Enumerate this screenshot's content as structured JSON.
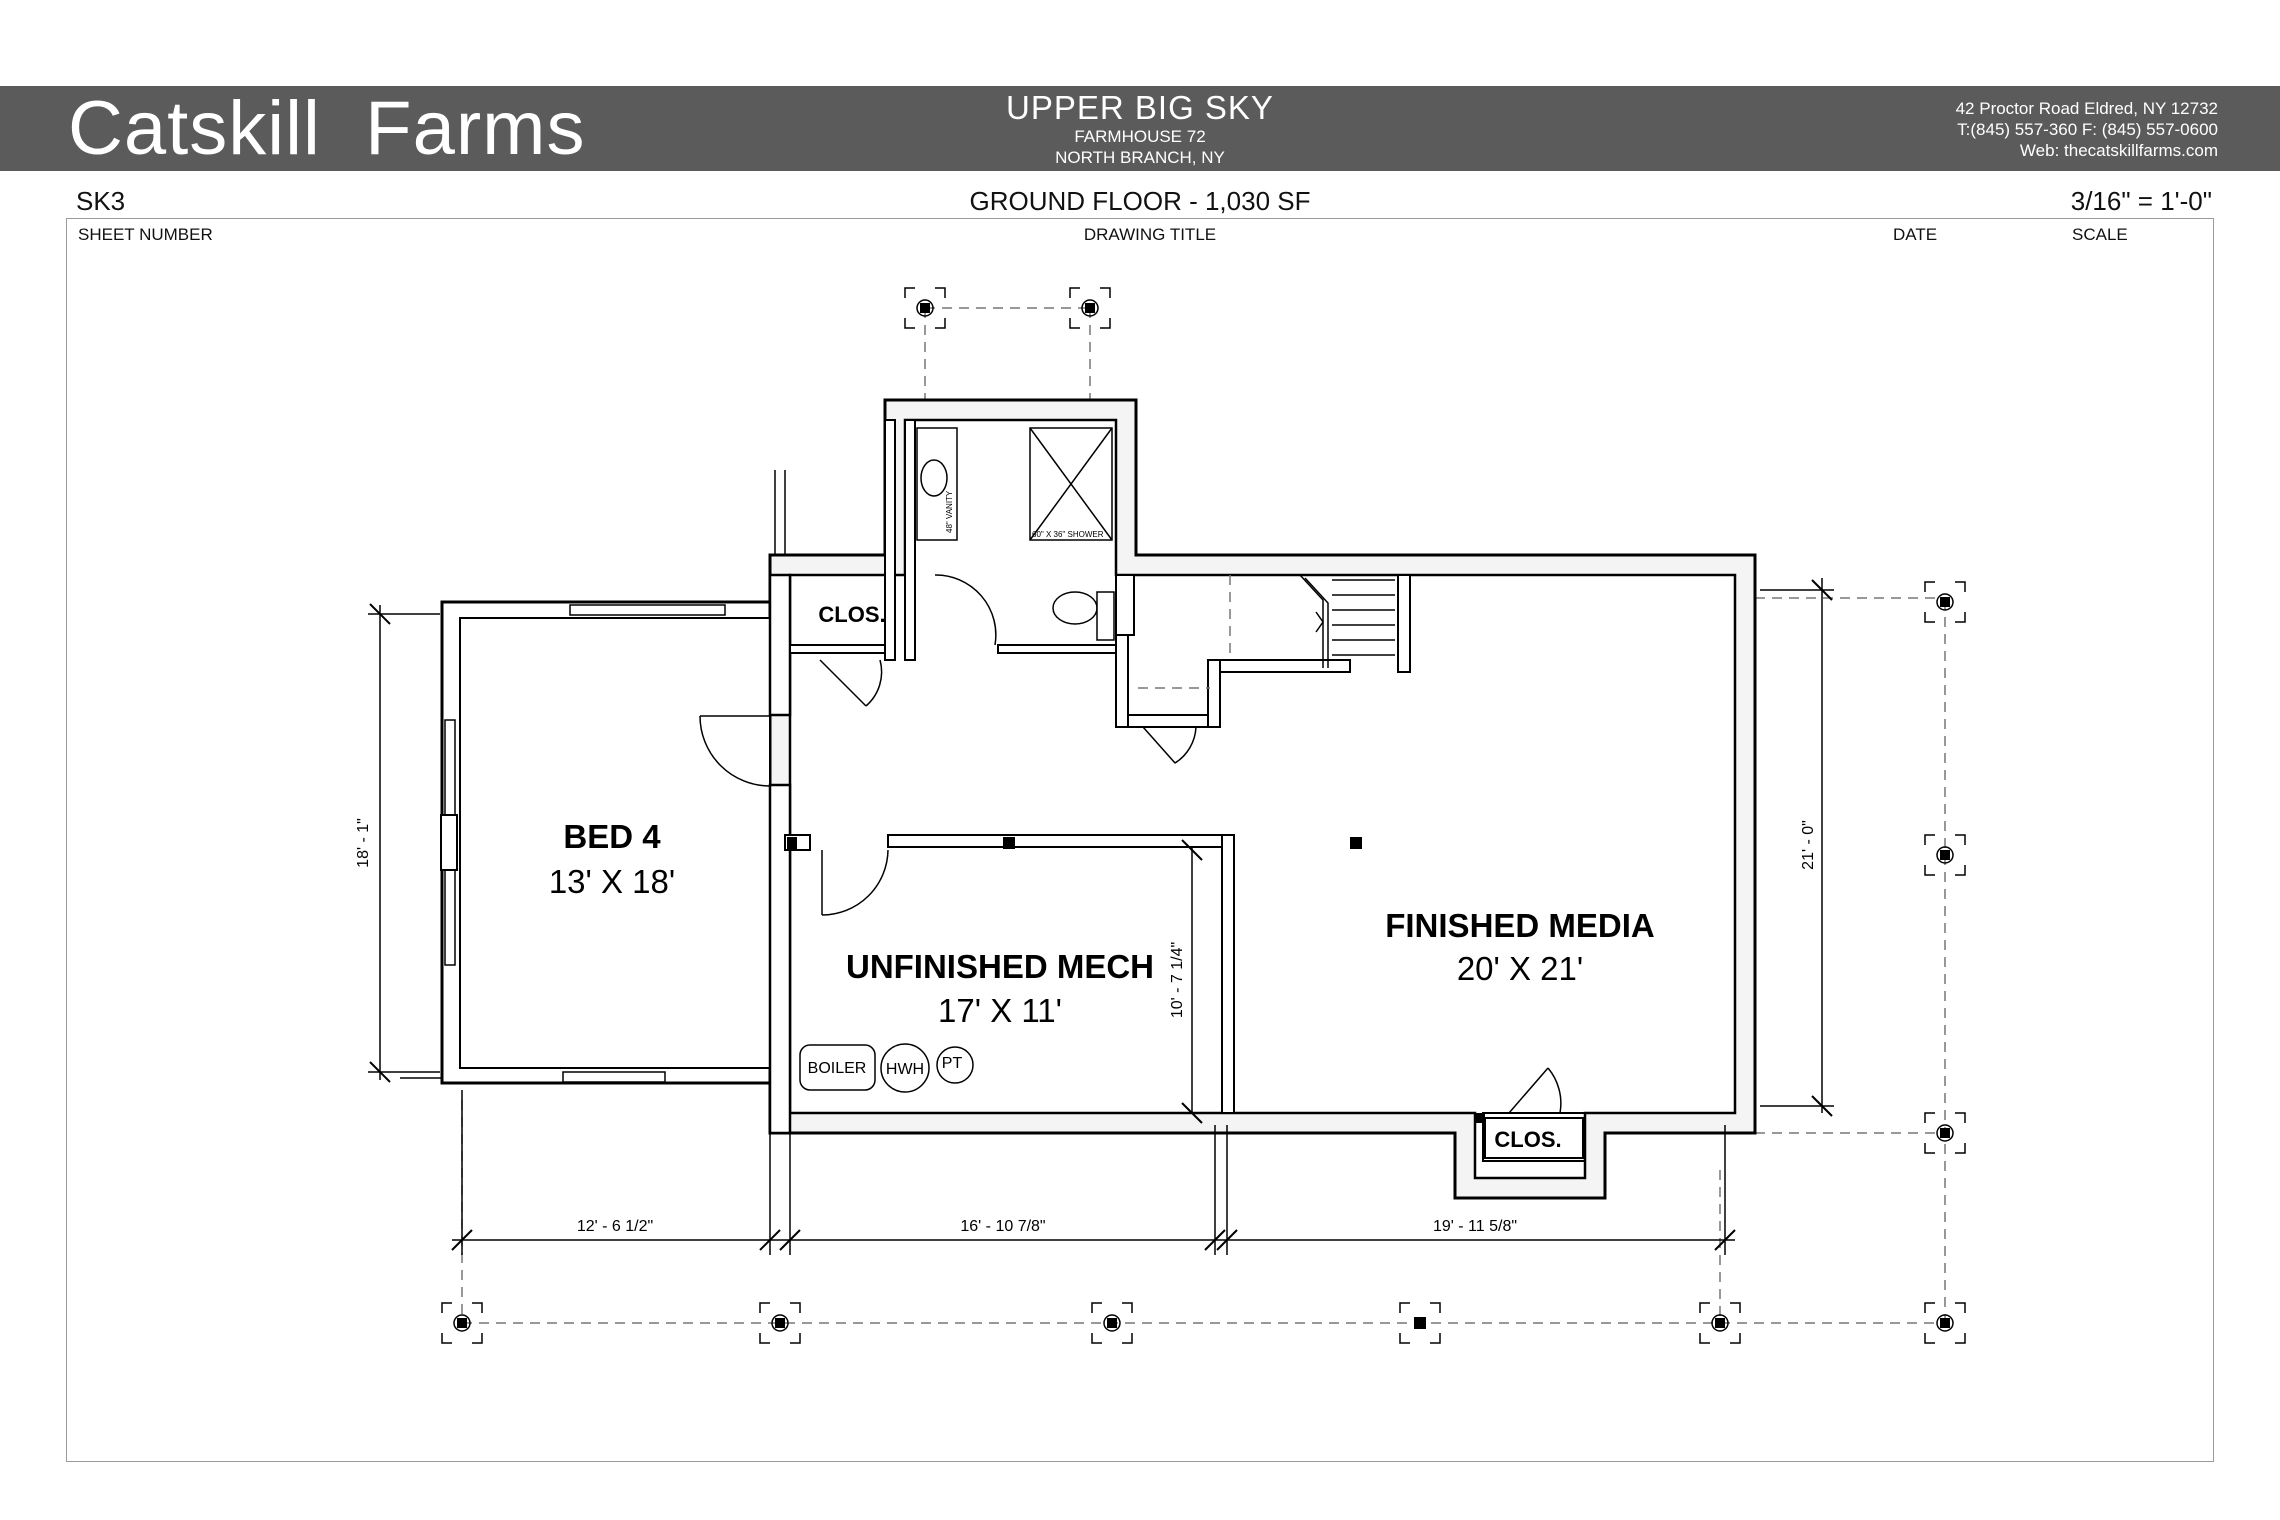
{
  "header": {
    "brand": "Catskill  Farms",
    "project_name": "UPPER BIG SKY",
    "project_sub": "FARMHOUSE 72",
    "project_location": "NORTH BRANCH, NY",
    "address": "42 Proctor Road Eldred, NY 12732",
    "phones": "T:(845) 557-360  F: (845) 557-0600",
    "web": "Web: thecatskillfarms.com"
  },
  "title_block": {
    "sheet_number": "SK3",
    "drawing_title": "GROUND FLOOR - 1,030 SF",
    "scale": "3/16\" = 1'-0\"",
    "labels": {
      "sheet_number": "SHEET NUMBER",
      "drawing_title": "DRAWING TITLE",
      "date": "DATE",
      "scale": "SCALE"
    }
  },
  "rooms": {
    "bed4": {
      "name": "BED 4",
      "size": "13' X 18'"
    },
    "mech": {
      "name": "UNFINISHED MECH",
      "size": "17' X 11'"
    },
    "media": {
      "name": "FINISHED MEDIA",
      "size": "20' X 21'"
    },
    "clos_top": "CLOS.",
    "clos_bottom": "CLOS."
  },
  "fixtures": {
    "vanity": "48\" VANITY",
    "shower": "60\" X 36\" SHOWER",
    "boiler": "BOILER",
    "hwh": "HWH",
    "pt": "PT"
  },
  "dimensions": {
    "bed_width": "12' - 6 1/2\"",
    "mech_width": "16' - 10 7/8\"",
    "media_width": "19' - 11 5/8\"",
    "bed_height": "18' - 1\"",
    "media_height": "21' - 0\"",
    "mech_height": "10' - 7 1/4\""
  }
}
